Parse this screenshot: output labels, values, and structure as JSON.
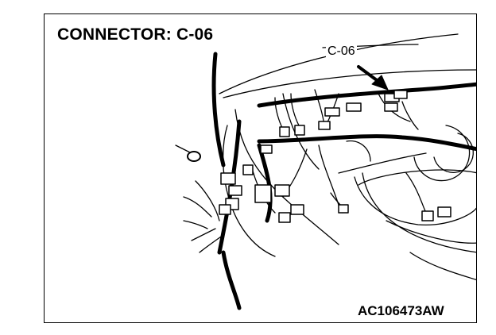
{
  "figure": {
    "title": "CONNECTOR: C-06",
    "callout_label": "C-06",
    "figure_code": "AC106473AW"
  },
  "colors": {
    "ink": "#000000",
    "paper": "#ffffff"
  }
}
